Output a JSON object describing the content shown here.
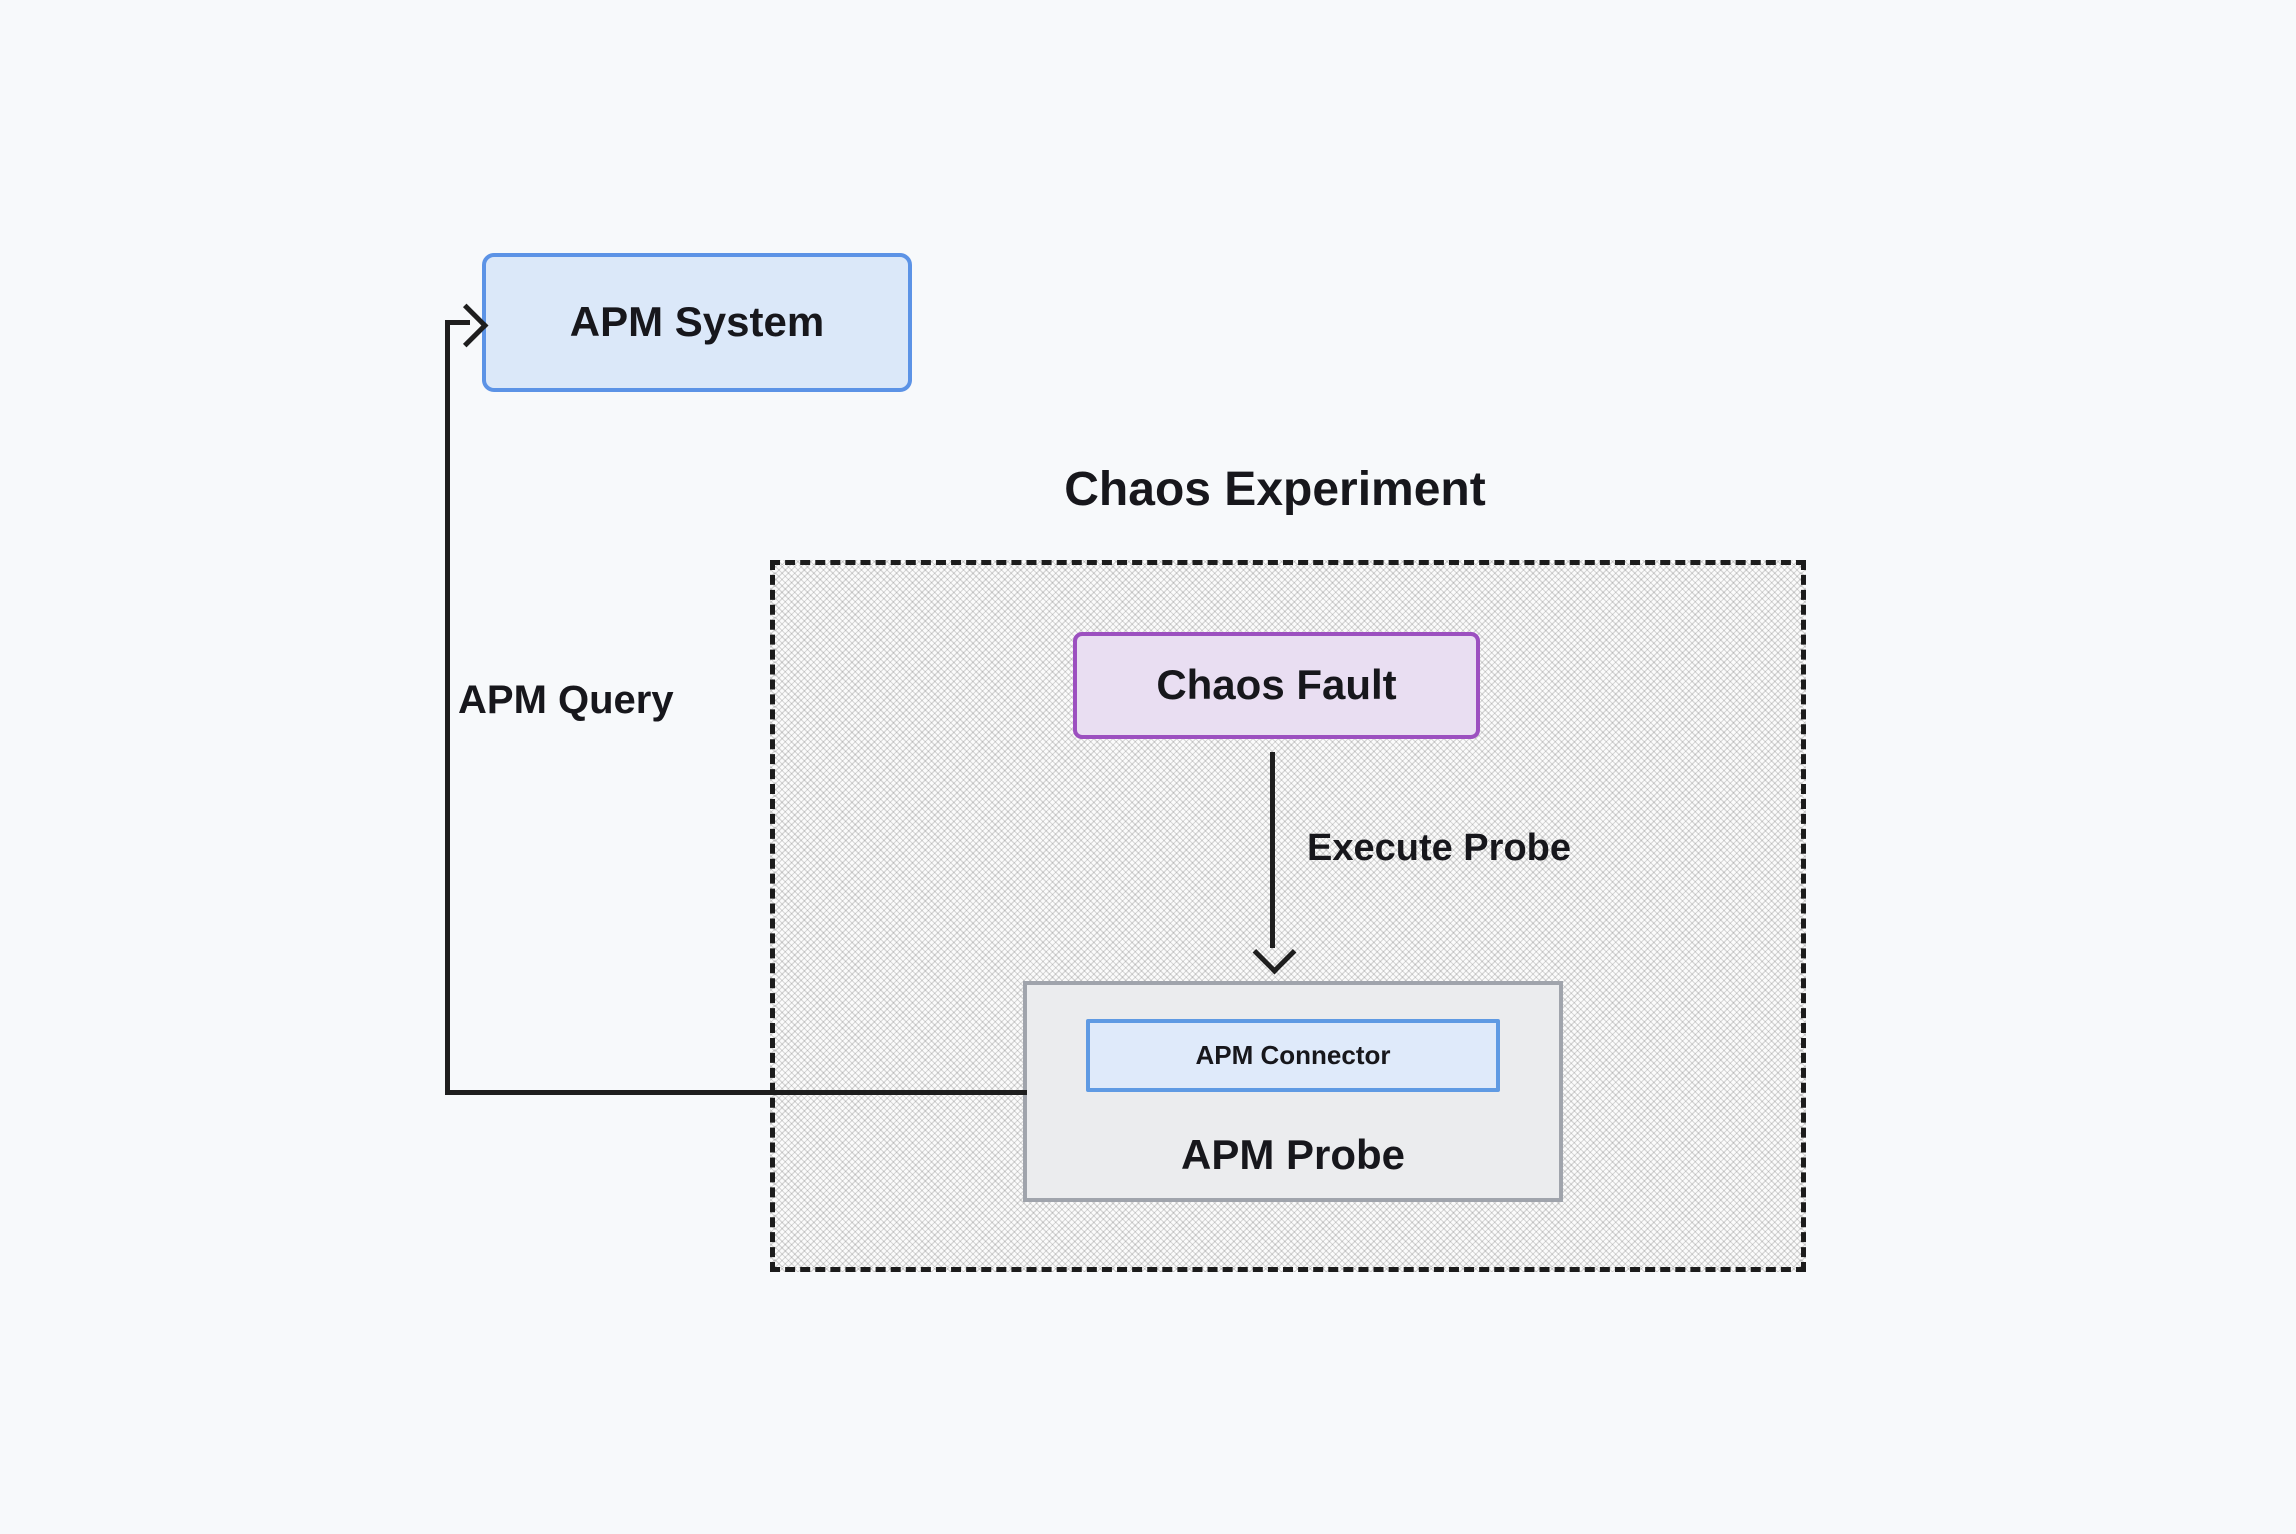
{
  "canvas": {
    "background": "#f7f9fb",
    "edge_color": "#1e1e1e",
    "text_color": "#17171c"
  },
  "title": {
    "label": "Chaos Experiment"
  },
  "group": {
    "chaos_experiment": {
      "border": "#1c1c1c",
      "fill_pattern": "cross-hatch-gray"
    }
  },
  "nodes": {
    "apm_system": {
      "label": "APM System",
      "fill": "#dbe8f9",
      "border": "#5c93e6"
    },
    "chaos_fault": {
      "label": "Chaos Fault",
      "fill": "#e9def2",
      "border": "#9c50c0"
    },
    "apm_probe": {
      "label": "APM Probe",
      "fill": "#ebecee",
      "border": "#a0a4ac"
    },
    "apm_connector": {
      "label": "APM Connector",
      "fill": "#dfeafa",
      "border": "#5f9ae3"
    }
  },
  "edges": {
    "execute_probe": {
      "label": "Execute Probe"
    },
    "apm_query": {
      "label": "APM Query"
    }
  }
}
